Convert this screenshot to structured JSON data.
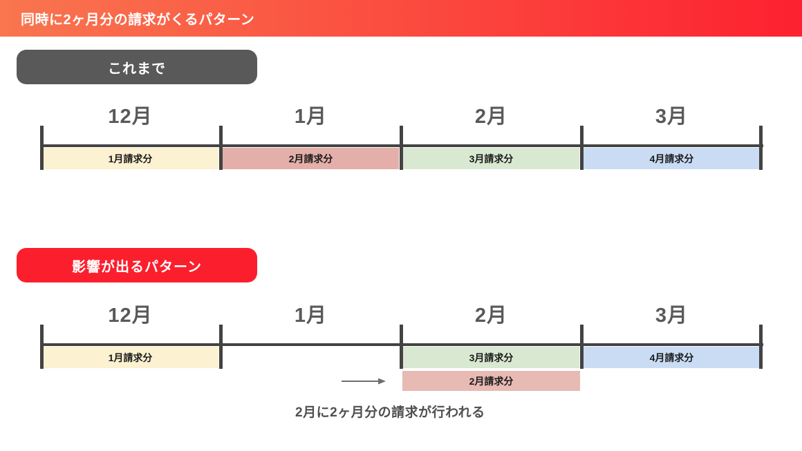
{
  "banner": {
    "title": "同時に2ヶ月分の請求がくるパターン",
    "gradient_left": "#F9764F",
    "gradient_right": "#FD2130"
  },
  "sections": [
    {
      "badge": "これまで",
      "badge_color": "#595959"
    },
    {
      "badge": "影響が出るパターン",
      "badge_color": "#FB1F2D"
    }
  ],
  "months": [
    "12月",
    "1月",
    "2月",
    "3月"
  ],
  "colors": {
    "yellow": "#FCF1D0",
    "pink": "#E3AFA8",
    "green": "#D9E8D1",
    "blue": "#C9DCF4",
    "pink_light": "#E7BAB3",
    "axis": "#434343",
    "month_label": "#595959",
    "caption_text": "#4F4F4F",
    "arrow": "#6E6E6E"
  },
  "timeline_before": {
    "bars": [
      {
        "label": "1月請求分",
        "color": "yellow"
      },
      {
        "label": "2月請求分",
        "color": "pink"
      },
      {
        "label": "3月請求分",
        "color": "green"
      },
      {
        "label": "4月請求分",
        "color": "blue"
      }
    ]
  },
  "timeline_after": {
    "bars": [
      {
        "label": "1月請求分",
        "color": "yellow"
      },
      null,
      {
        "label": "3月請求分",
        "color": "green"
      },
      {
        "label": "4月請求分",
        "color": "blue"
      }
    ],
    "floating_bar": {
      "label": "2月請求分",
      "color": "pink_light",
      "segment_index": 2
    },
    "caption": "2月に2ヶ月分の請求が行われる"
  }
}
